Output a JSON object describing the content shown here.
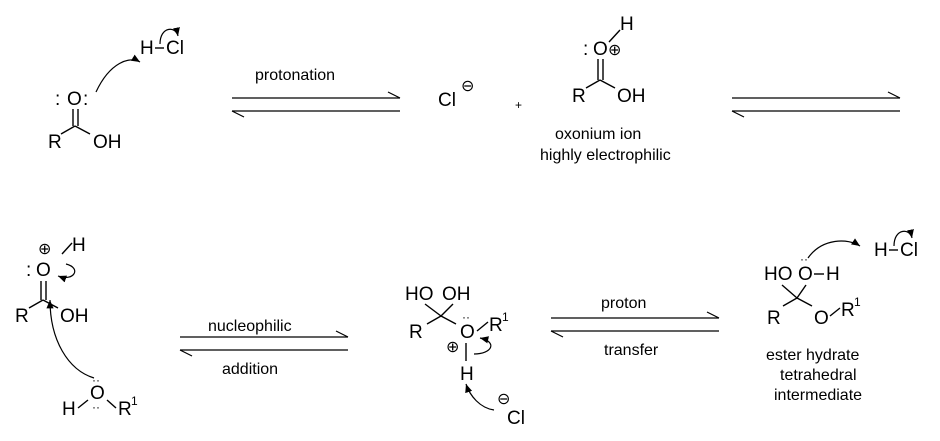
{
  "scheme": {
    "step1_label": "protonation",
    "step2_label_top": "nucleophilic",
    "step2_label_bottom": "addition",
    "step3_label_top": "proton",
    "step3_label_bottom": "transfer",
    "oxonium_caption_1": "oxonium ion",
    "oxonium_caption_2": "highly electrophilic",
    "hydrate_caption_1": "ester hydrate",
    "hydrate_caption_2": "tetrahedral",
    "hydrate_caption_3": "intermediate"
  },
  "atoms": {
    "R": "R",
    "O": "O",
    "OH": "OH",
    "HO": "HO",
    "H": "H",
    "Cl": "Cl",
    "HCl_H": "H",
    "HCl_Cl": "Cl",
    "R1_R": "R",
    "R1_sup": "1",
    "plus": "+",
    "minus_sign": "⊖",
    "plus_sign": "⊕",
    "lone_pair": ":"
  }
}
